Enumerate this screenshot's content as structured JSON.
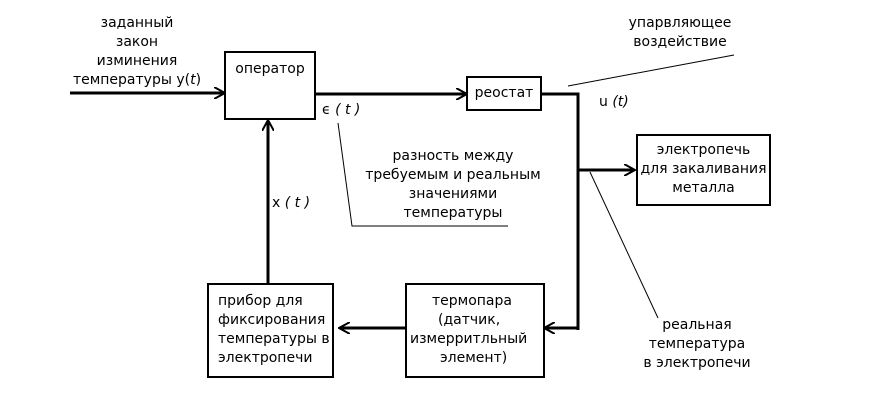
{
  "input_label": {
    "line1": "заданный",
    "line2": "закон",
    "line3": "изминения",
    "line4_prefix": "температуры y(",
    "line4_var": "t",
    "line4_suffix": ")"
  },
  "operator_box": {
    "label": "оператор"
  },
  "rheostat_box": {
    "label": "реостат"
  },
  "furnace_box": {
    "line1": "электропечь",
    "line2": "для закаливания",
    "line3": "металла"
  },
  "thermocouple_box": {
    "line1": "термопара",
    "line2": "(датчик,",
    "line3": "измерритльный",
    "line4": "элемент)"
  },
  "recorder_box": {
    "line1": "прибор для",
    "line2": "фиксирования",
    "line3": "температуры в",
    "line4": "электропечи"
  },
  "signals": {
    "epsilon": "ϵ",
    "epsilon_arg": "( t )",
    "u": "u",
    "u_arg": "(t)",
    "x": "x",
    "x_arg": "( t )"
  },
  "annotations": {
    "control_action": {
      "line1": "упарвляющее",
      "line2": "воздействие"
    },
    "difference": {
      "line1": "разность между",
      "line2": "требуемым и реальным",
      "line3": "значениями",
      "line4": "температуры"
    },
    "real_temperature": {
      "line1": "реальная",
      "line2": "температура",
      "line3": "в электропечи"
    }
  }
}
